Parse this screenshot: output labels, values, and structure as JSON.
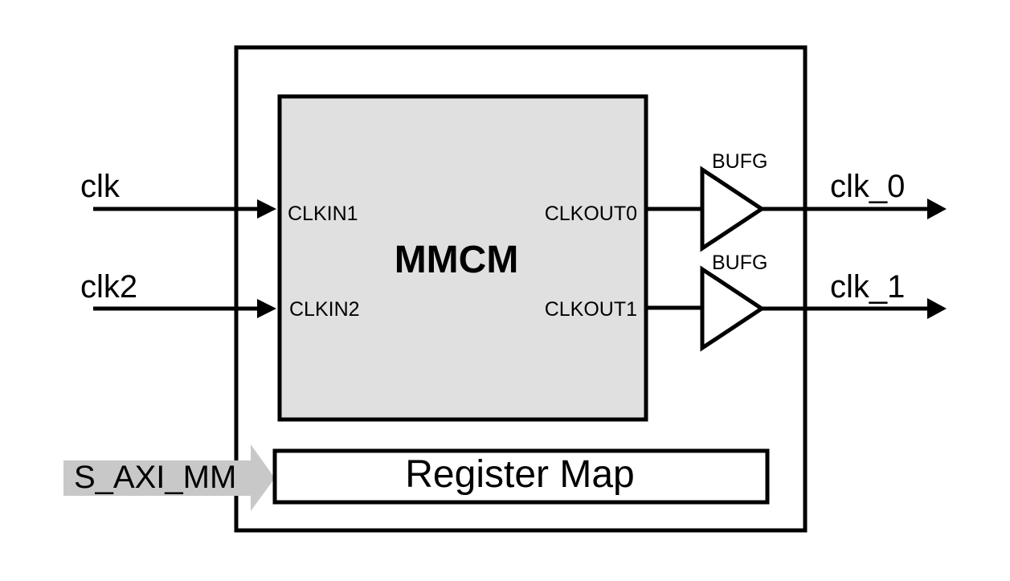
{
  "inputs": {
    "clk": "clk",
    "clk2": "clk2"
  },
  "mmcm": {
    "title": "MMCM",
    "ports": {
      "clkin1": "CLKIN1",
      "clkin2": "CLKIN2",
      "clkout0": "CLKOUT0",
      "clkout1": "CLKOUT1"
    }
  },
  "buffers": {
    "buf0": "BUFG",
    "buf1": "BUFG"
  },
  "outputs": {
    "clk_0": "clk_0",
    "clk_1": "clk_1"
  },
  "bus": {
    "label": "S_AXI_MM"
  },
  "register_map": {
    "label": "Register Map"
  },
  "colors": {
    "mmcm_fill": "#e0e0e0",
    "bus_arrow_fill": "#c8c8c8",
    "stroke": "#000000"
  }
}
